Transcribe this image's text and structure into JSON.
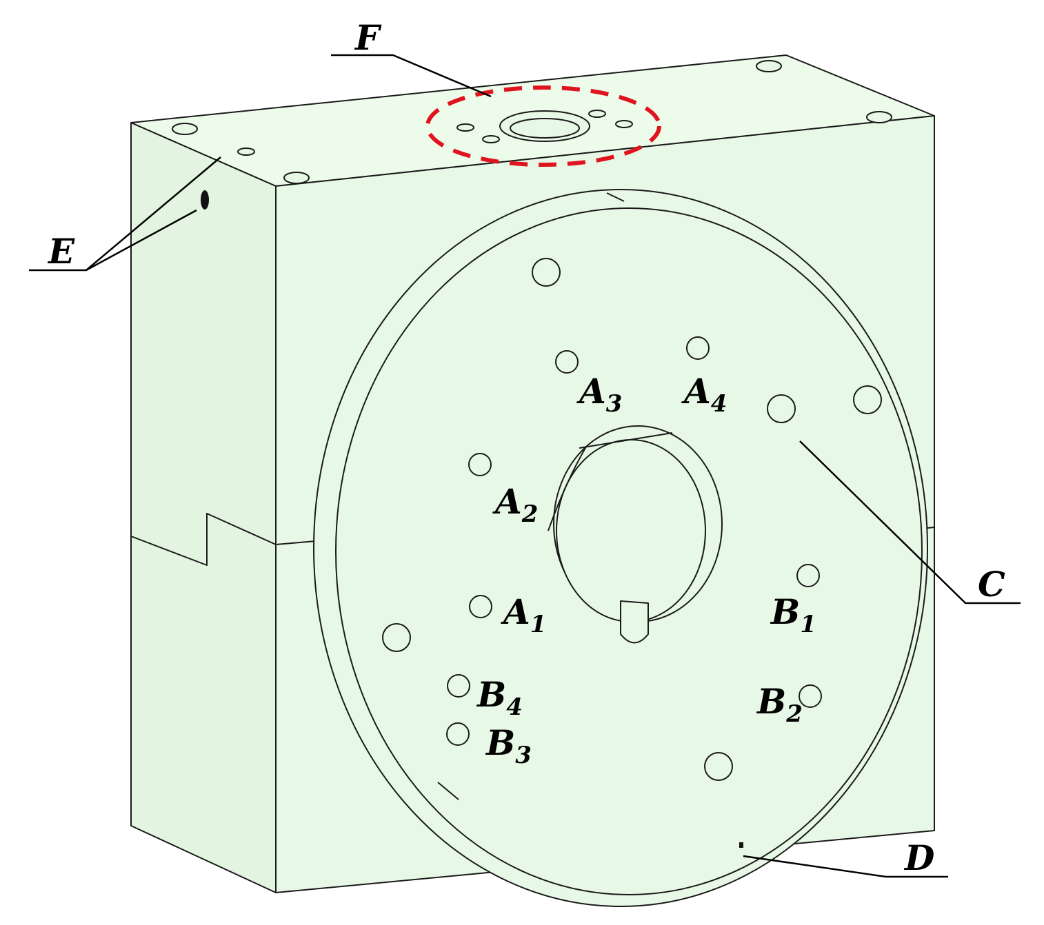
{
  "labels": {
    "F": "F",
    "E": "E",
    "C": "C",
    "D": "D",
    "A1": {
      "main": "A",
      "sub": "1"
    },
    "A2": {
      "main": "A",
      "sub": "2"
    },
    "A3": {
      "main": "A",
      "sub": "3"
    },
    "A4": {
      "main": "A",
      "sub": "4"
    },
    "B1": {
      "main": "B",
      "sub": "1"
    },
    "B2": {
      "main": "B",
      "sub": "2"
    },
    "B3": {
      "main": "B",
      "sub": "3"
    },
    "B4": {
      "main": "B",
      "sub": "4"
    }
  },
  "colors": {
    "body_fill": "#e8f8e6",
    "highlight": "#e0141e",
    "line": "#1a1a1a"
  }
}
